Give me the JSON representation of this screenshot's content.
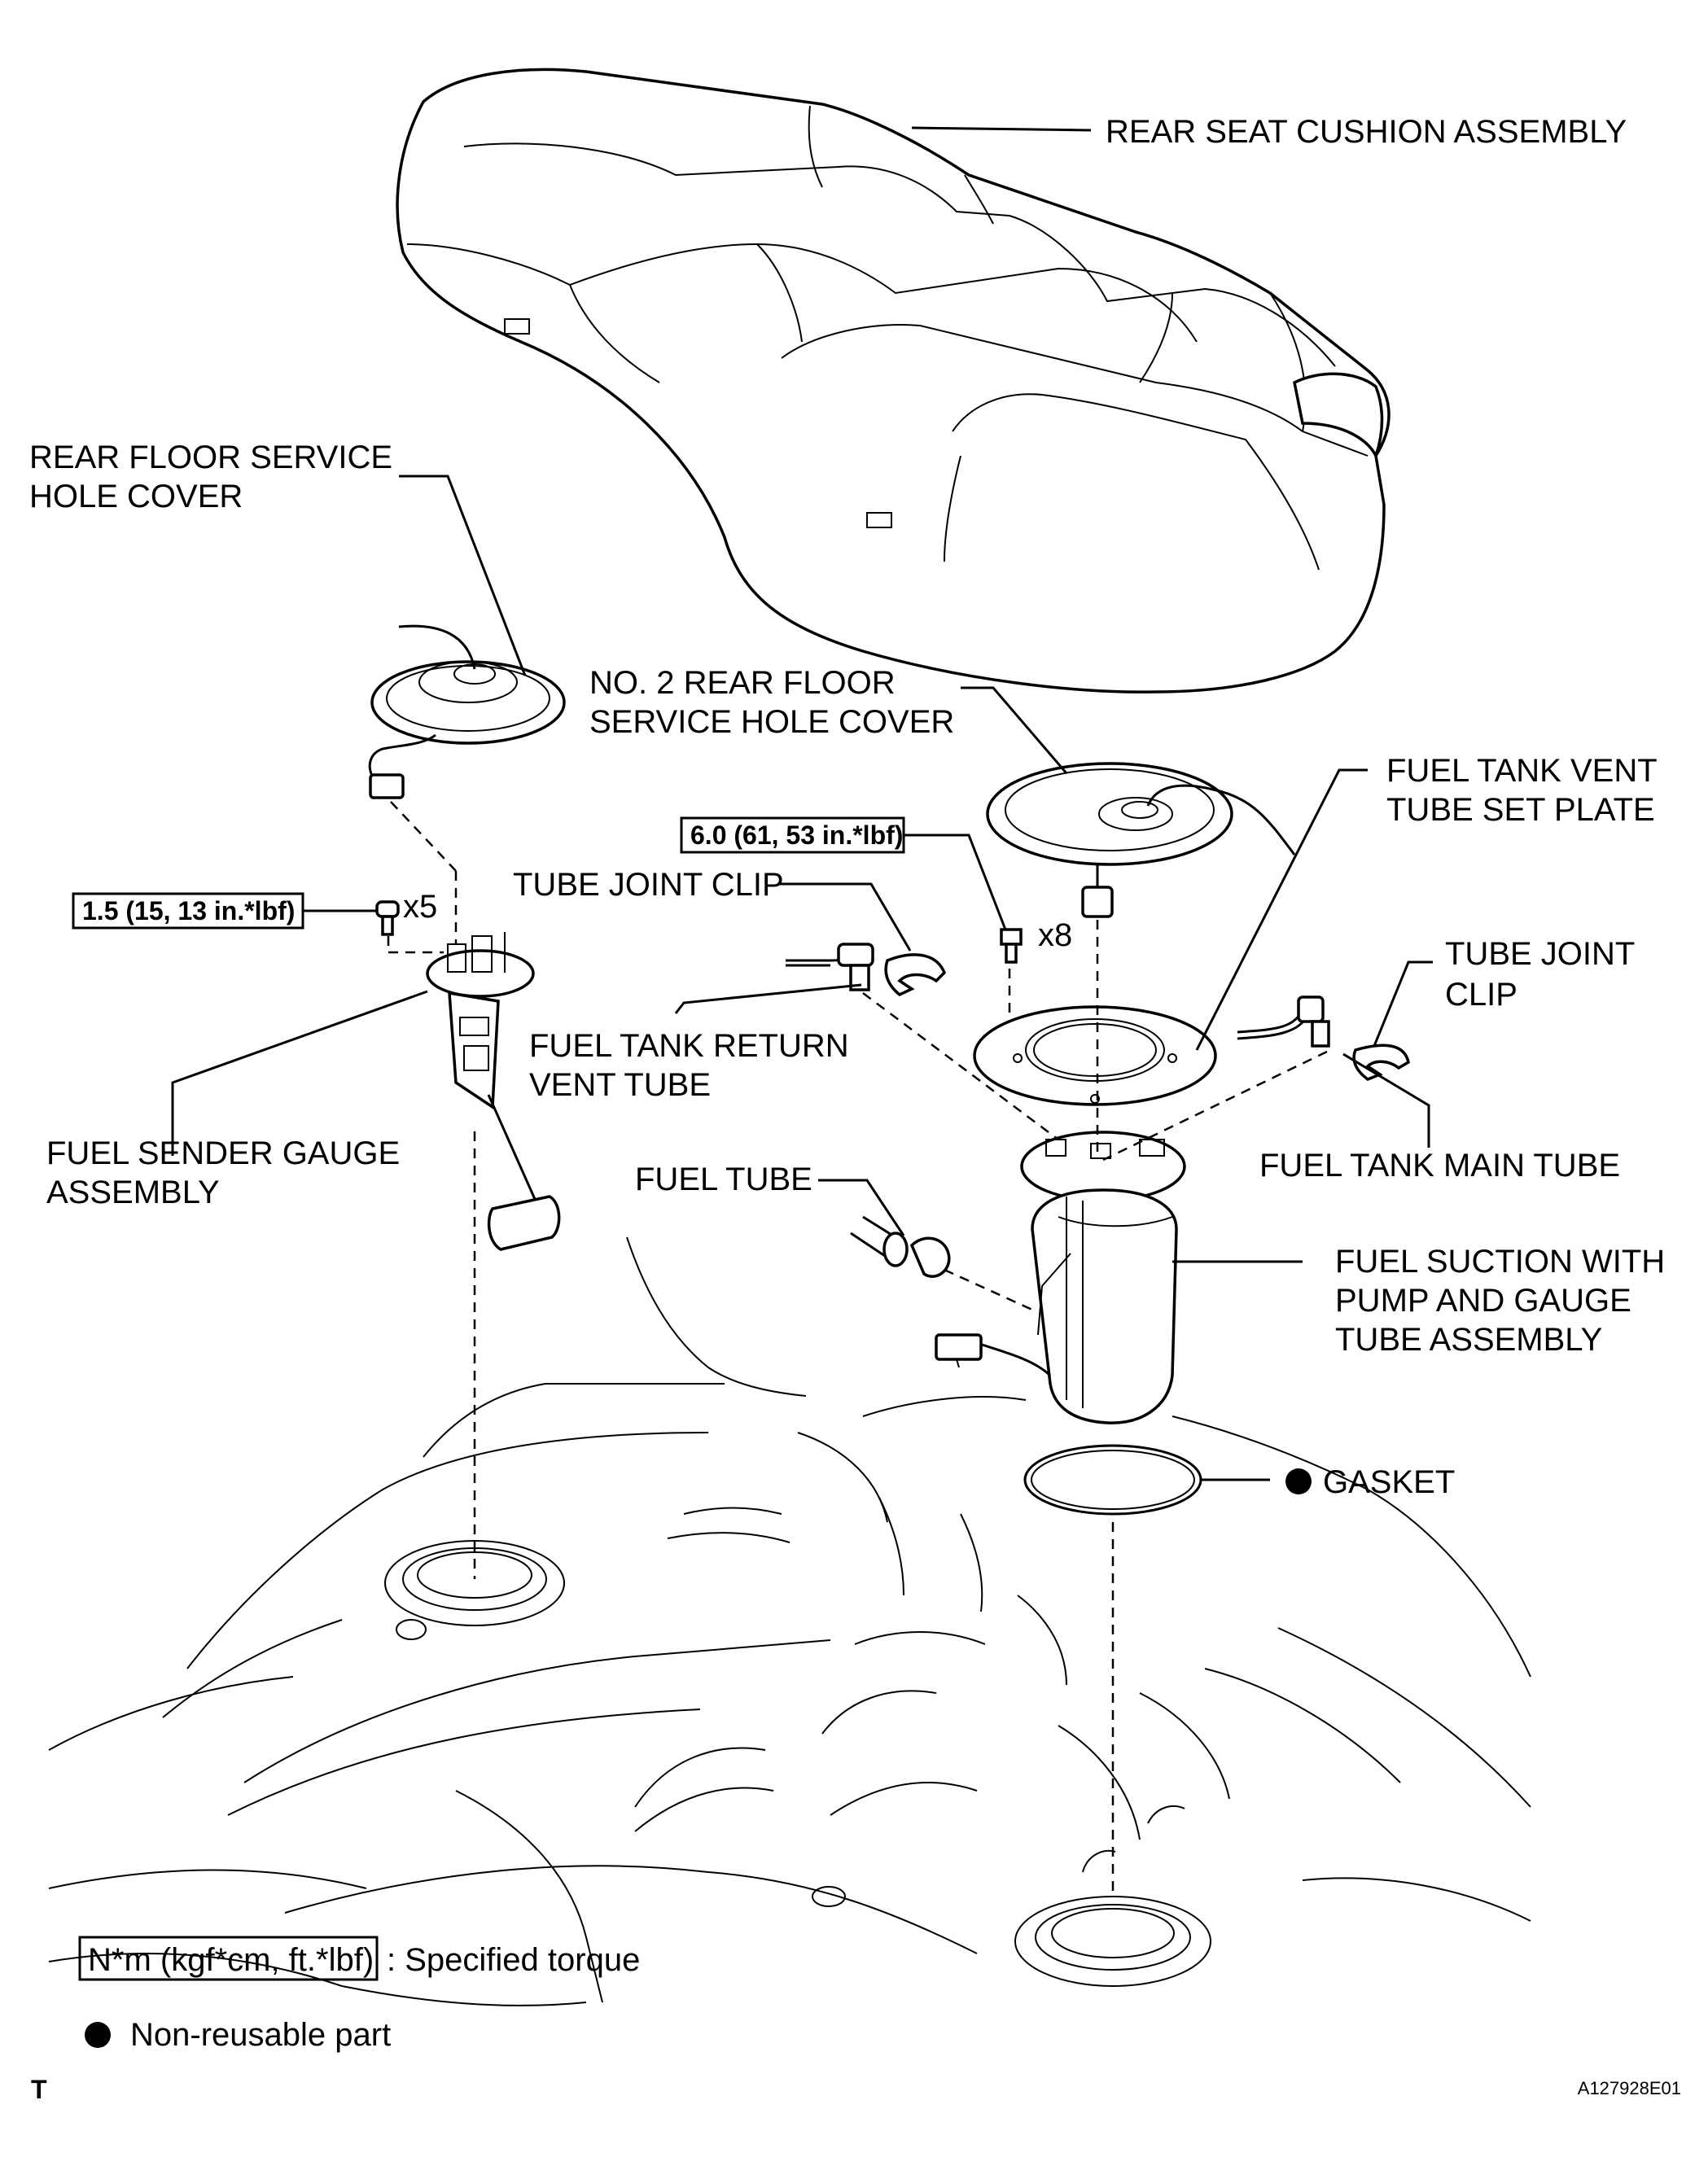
{
  "labels": {
    "rear_seat_cushion": "REAR SEAT CUSHION ASSEMBLY",
    "rear_floor_cover_1": "REAR FLOOR SERVICE",
    "rear_floor_cover_2": "HOLE COVER",
    "no2_cover_1": "NO. 2 REAR FLOOR",
    "no2_cover_2": "SERVICE HOLE COVER",
    "vent_plate_1": "FUEL TANK VENT",
    "vent_plate_2": "TUBE SET PLATE",
    "tube_joint_clip_left": "TUBE JOINT CLIP",
    "tube_joint_clip_right_1": "TUBE JOINT",
    "tube_joint_clip_right_2": "CLIP",
    "return_vent_1": "FUEL TANK RETURN",
    "return_vent_2": "VENT TUBE",
    "main_tube": "FUEL TANK MAIN TUBE",
    "sender_gauge_1": "FUEL SENDER GAUGE",
    "sender_gauge_2": "ASSEMBLY",
    "fuel_tube": "FUEL TUBE",
    "suction_1": "FUEL SUCTION WITH",
    "suction_2": "PUMP AND GAUGE",
    "suction_3": "TUBE ASSEMBLY",
    "gasket": "GASKET"
  },
  "torque": {
    "left": "1.5 (15, 13 in.*lbf)",
    "left_qty": "x5",
    "right": "6.0 (61, 53 in.*lbf)",
    "right_qty": "x8"
  },
  "legend": {
    "torque_unit": "N*m (kgf*cm, ft.*lbf)",
    "torque_desc": ": Specified torque",
    "non_reusable": "Non-reusable part"
  },
  "footer": {
    "left_mark": "T",
    "figure_id": "A127928E01"
  }
}
